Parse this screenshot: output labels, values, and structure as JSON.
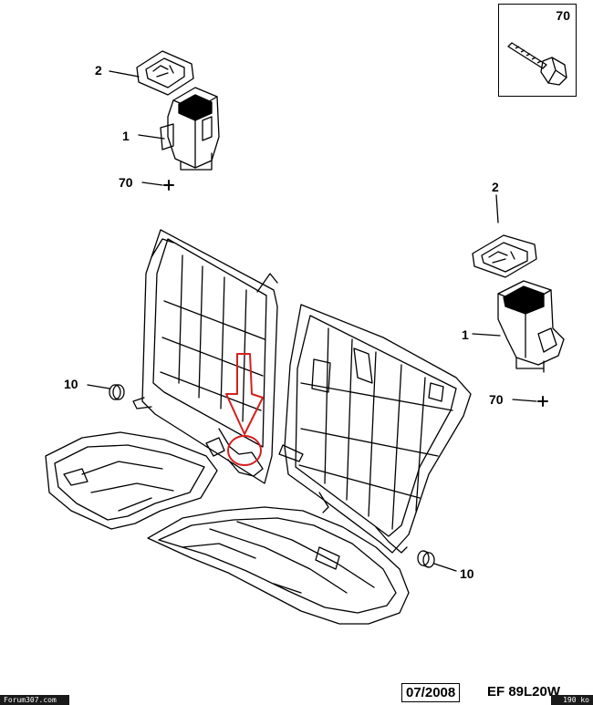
{
  "callouts": {
    "top_left_seal": "2",
    "top_left_hinge": "1",
    "top_left_screw": "70",
    "right_seal": "2",
    "right_hinge": "1",
    "right_screw": "70",
    "left_bushing": "10",
    "right_bushing": "10"
  },
  "inset": {
    "label": "70",
    "icon": "bolt-icon"
  },
  "footer": {
    "date": "07/2008",
    "reference": "EF 89L20W"
  },
  "watermark": {
    "left": "Forum307.com",
    "right": "190 ko"
  },
  "colors": {
    "line": "#000000",
    "highlight": "#d42020",
    "background": "#ffffff"
  }
}
